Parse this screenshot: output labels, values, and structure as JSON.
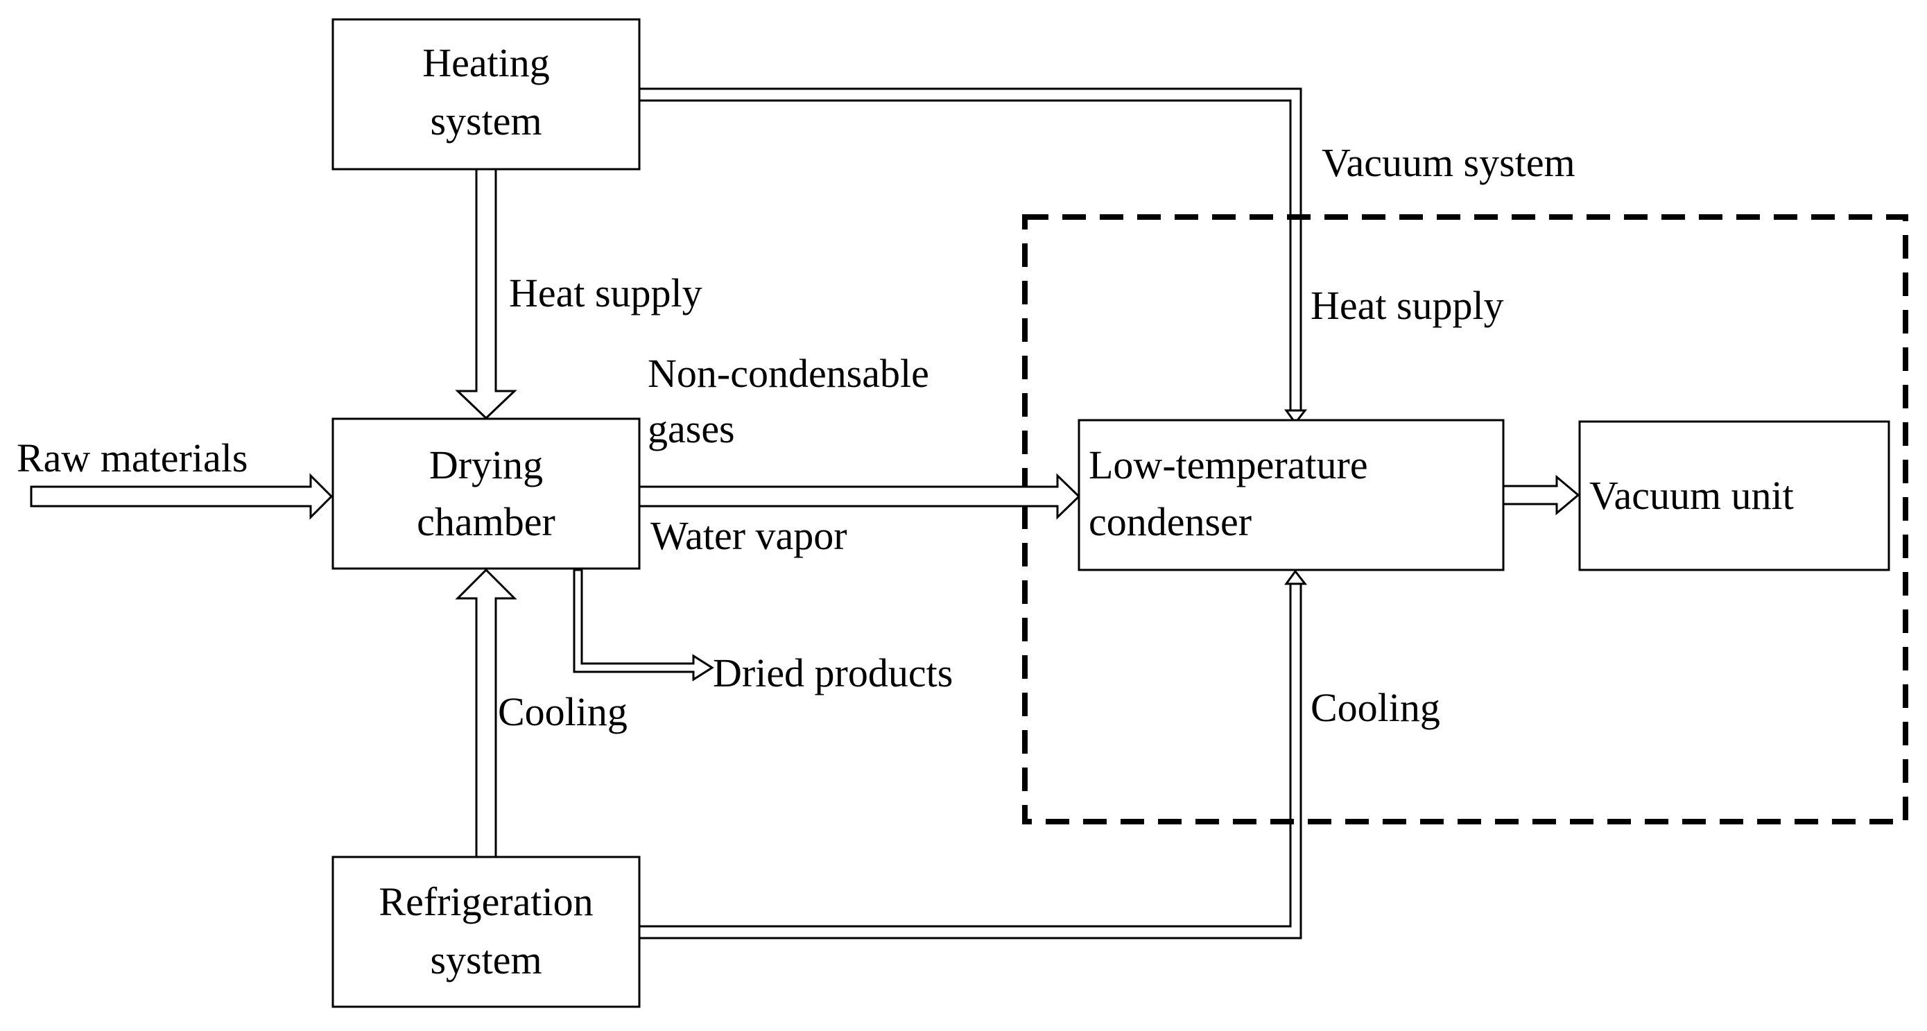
{
  "nodes": {
    "heating": {
      "line1": "Heating",
      "line2": "system"
    },
    "drying": {
      "line1": "Drying",
      "line2": "chamber"
    },
    "refrigeration": {
      "line1": "Refrigeration",
      "line2": "system"
    },
    "condenser": {
      "line1": "Low-temperature",
      "line2": "condenser"
    },
    "vacuum_unit": {
      "label": "Vacuum unit"
    }
  },
  "labels": {
    "raw_materials": "Raw materials",
    "heat_supply_drying": "Heat supply",
    "non_condensable_1": "Non-condensable",
    "non_condensable_2": "gases",
    "water_vapor": "Water vapor",
    "dried_products": "Dried products",
    "cooling_drying": "Cooling",
    "vacuum_system": "Vacuum system",
    "heat_supply_condenser": "Heat supply",
    "cooling_condenser": "Cooling"
  }
}
